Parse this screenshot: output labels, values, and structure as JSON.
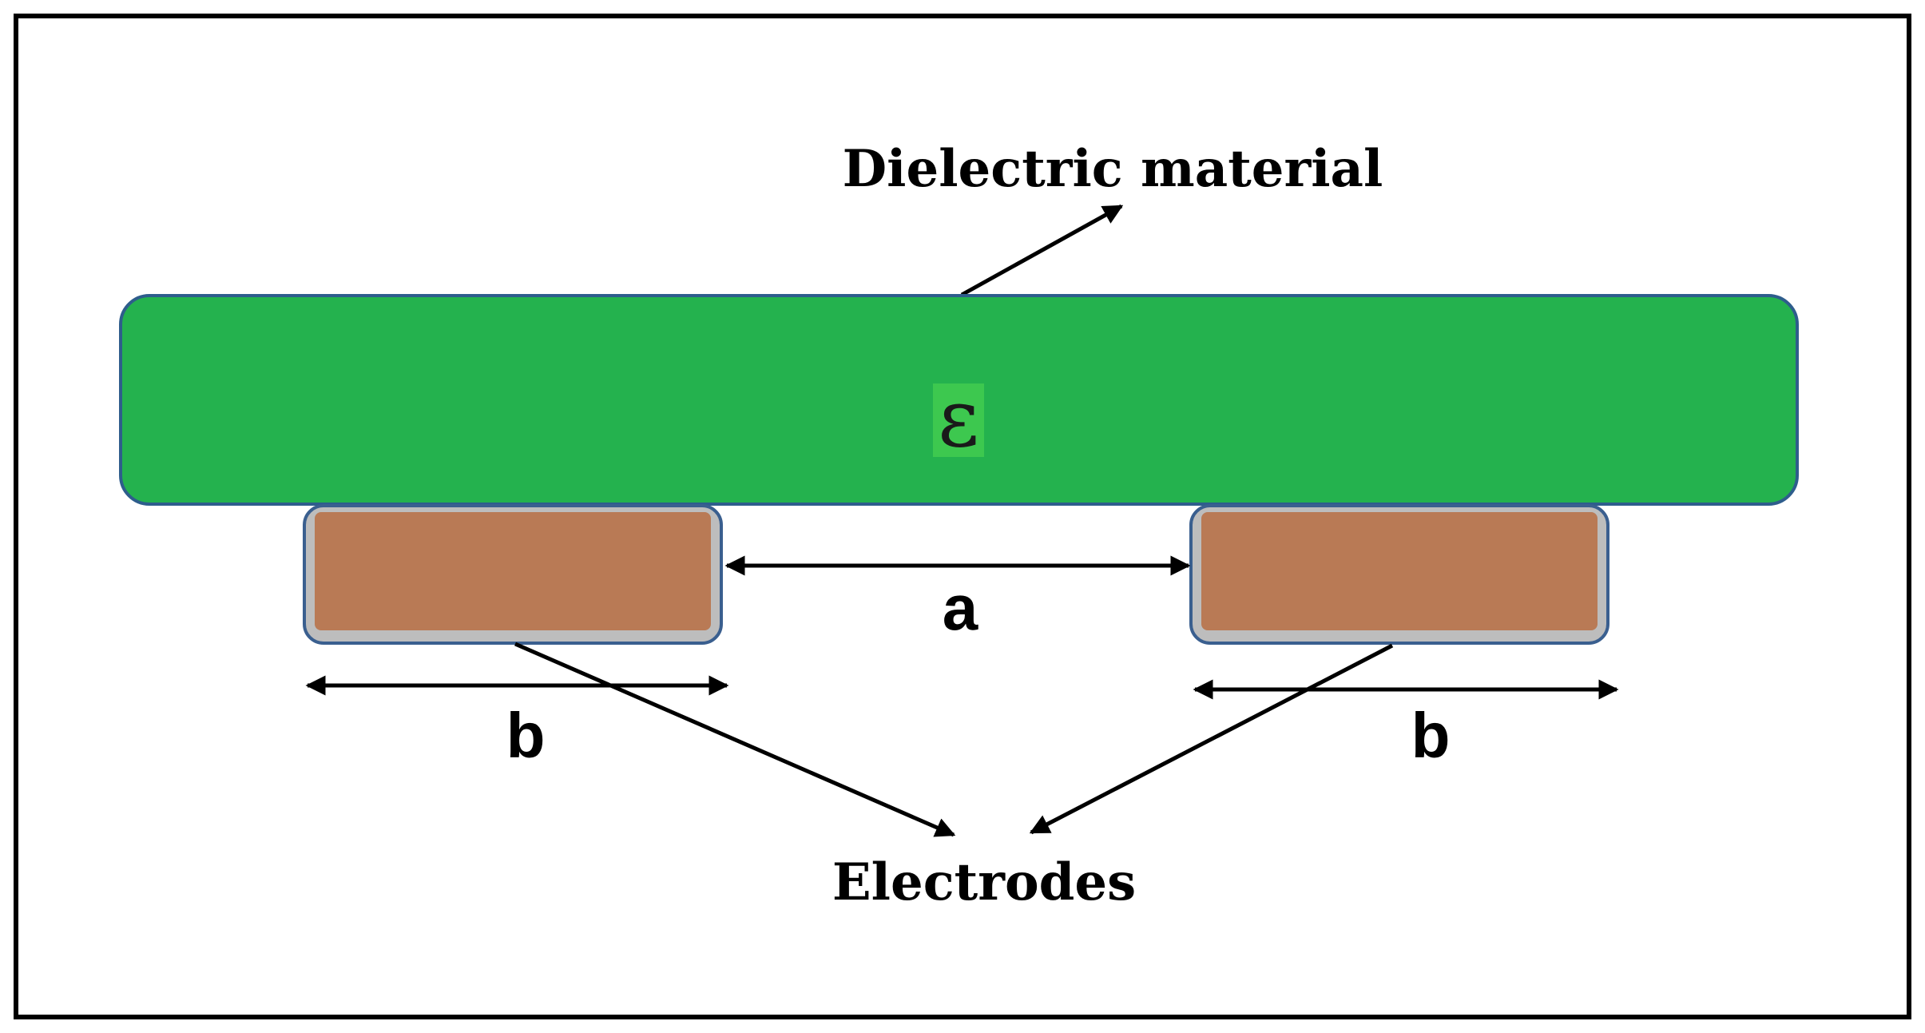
{
  "diagram": {
    "dielectric_label": "Dielectric material",
    "permittivity_symbol": "ε",
    "gap_label": "a",
    "width_label_left": "b",
    "width_label_right": "b",
    "electrodes_label": "Electrodes"
  },
  "colors": {
    "dielectric_fill": "#24B24E",
    "dielectric_stroke": "#2E5D8C",
    "electrode_fill": "#B97A55",
    "electrode_rim": "#BDBDBD",
    "electrode_stroke": "#3A5F8F",
    "frame": "#000000",
    "arrow": "#000000"
  }
}
